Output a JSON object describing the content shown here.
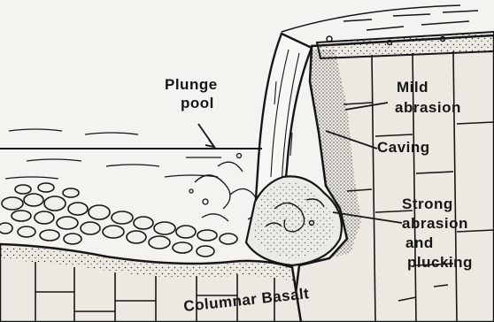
{
  "labels": {
    "plunge_pool_line1": "Plunge",
    "plunge_pool_line2": "pool",
    "mild_abrasion_line1": "Mild",
    "mild_abrasion_line2": "abrasion",
    "caving": "Caving",
    "strong_line1": "Strong",
    "strong_line2": "abrasion",
    "strong_line3": "and",
    "strong_line4": "plucking",
    "columnar_basalt": "Columnar Basalt"
  },
  "colors": {
    "ink": "#161616",
    "paper": "#f4f3ef",
    "rock": "#e9e7e1",
    "water": "#f7f6f2"
  }
}
